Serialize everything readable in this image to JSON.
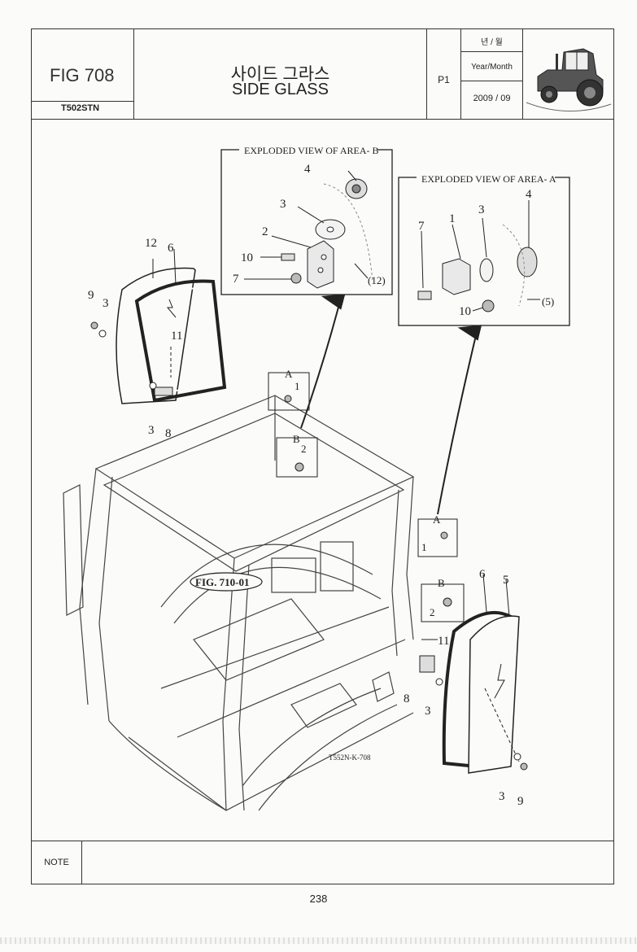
{
  "header": {
    "fig_number": "FIG 708",
    "model": "T502STN",
    "title_korean": "사이드 그라스",
    "title_english": "SIDE GLASS",
    "page": "P1",
    "year_month_korean": "년 / 월",
    "year_month_label": "Year/Month",
    "date": "2009 / 09",
    "thumbnail_icon": "tractor-icon"
  },
  "drawing": {
    "exploded_b_title": "EXPLODED VIEW OF AREA- B",
    "exploded_a_title": "EXPLODED VIEW OF AREA- A",
    "box_b_labels": [
      "4",
      "3",
      "2",
      "10",
      "7",
      "(12)"
    ],
    "box_a_labels": [
      "7",
      "1",
      "3",
      "4",
      "10",
      "(5)"
    ],
    "left_glass_labels": [
      "12",
      "6",
      "9",
      "3",
      "11",
      "3",
      "8"
    ],
    "right_glass_labels": [
      "6",
      "5",
      "11",
      "8",
      "3",
      "3",
      "9"
    ],
    "area_marker_a": "A",
    "area_marker_b": "B",
    "area_item_1": "1",
    "area_item_2": "2",
    "reference_fig": "FIG. 710-01",
    "drawing_code": "T552N-K-708"
  },
  "footer": {
    "note_label": "NOTE",
    "note_text": "",
    "page_number": "238"
  }
}
